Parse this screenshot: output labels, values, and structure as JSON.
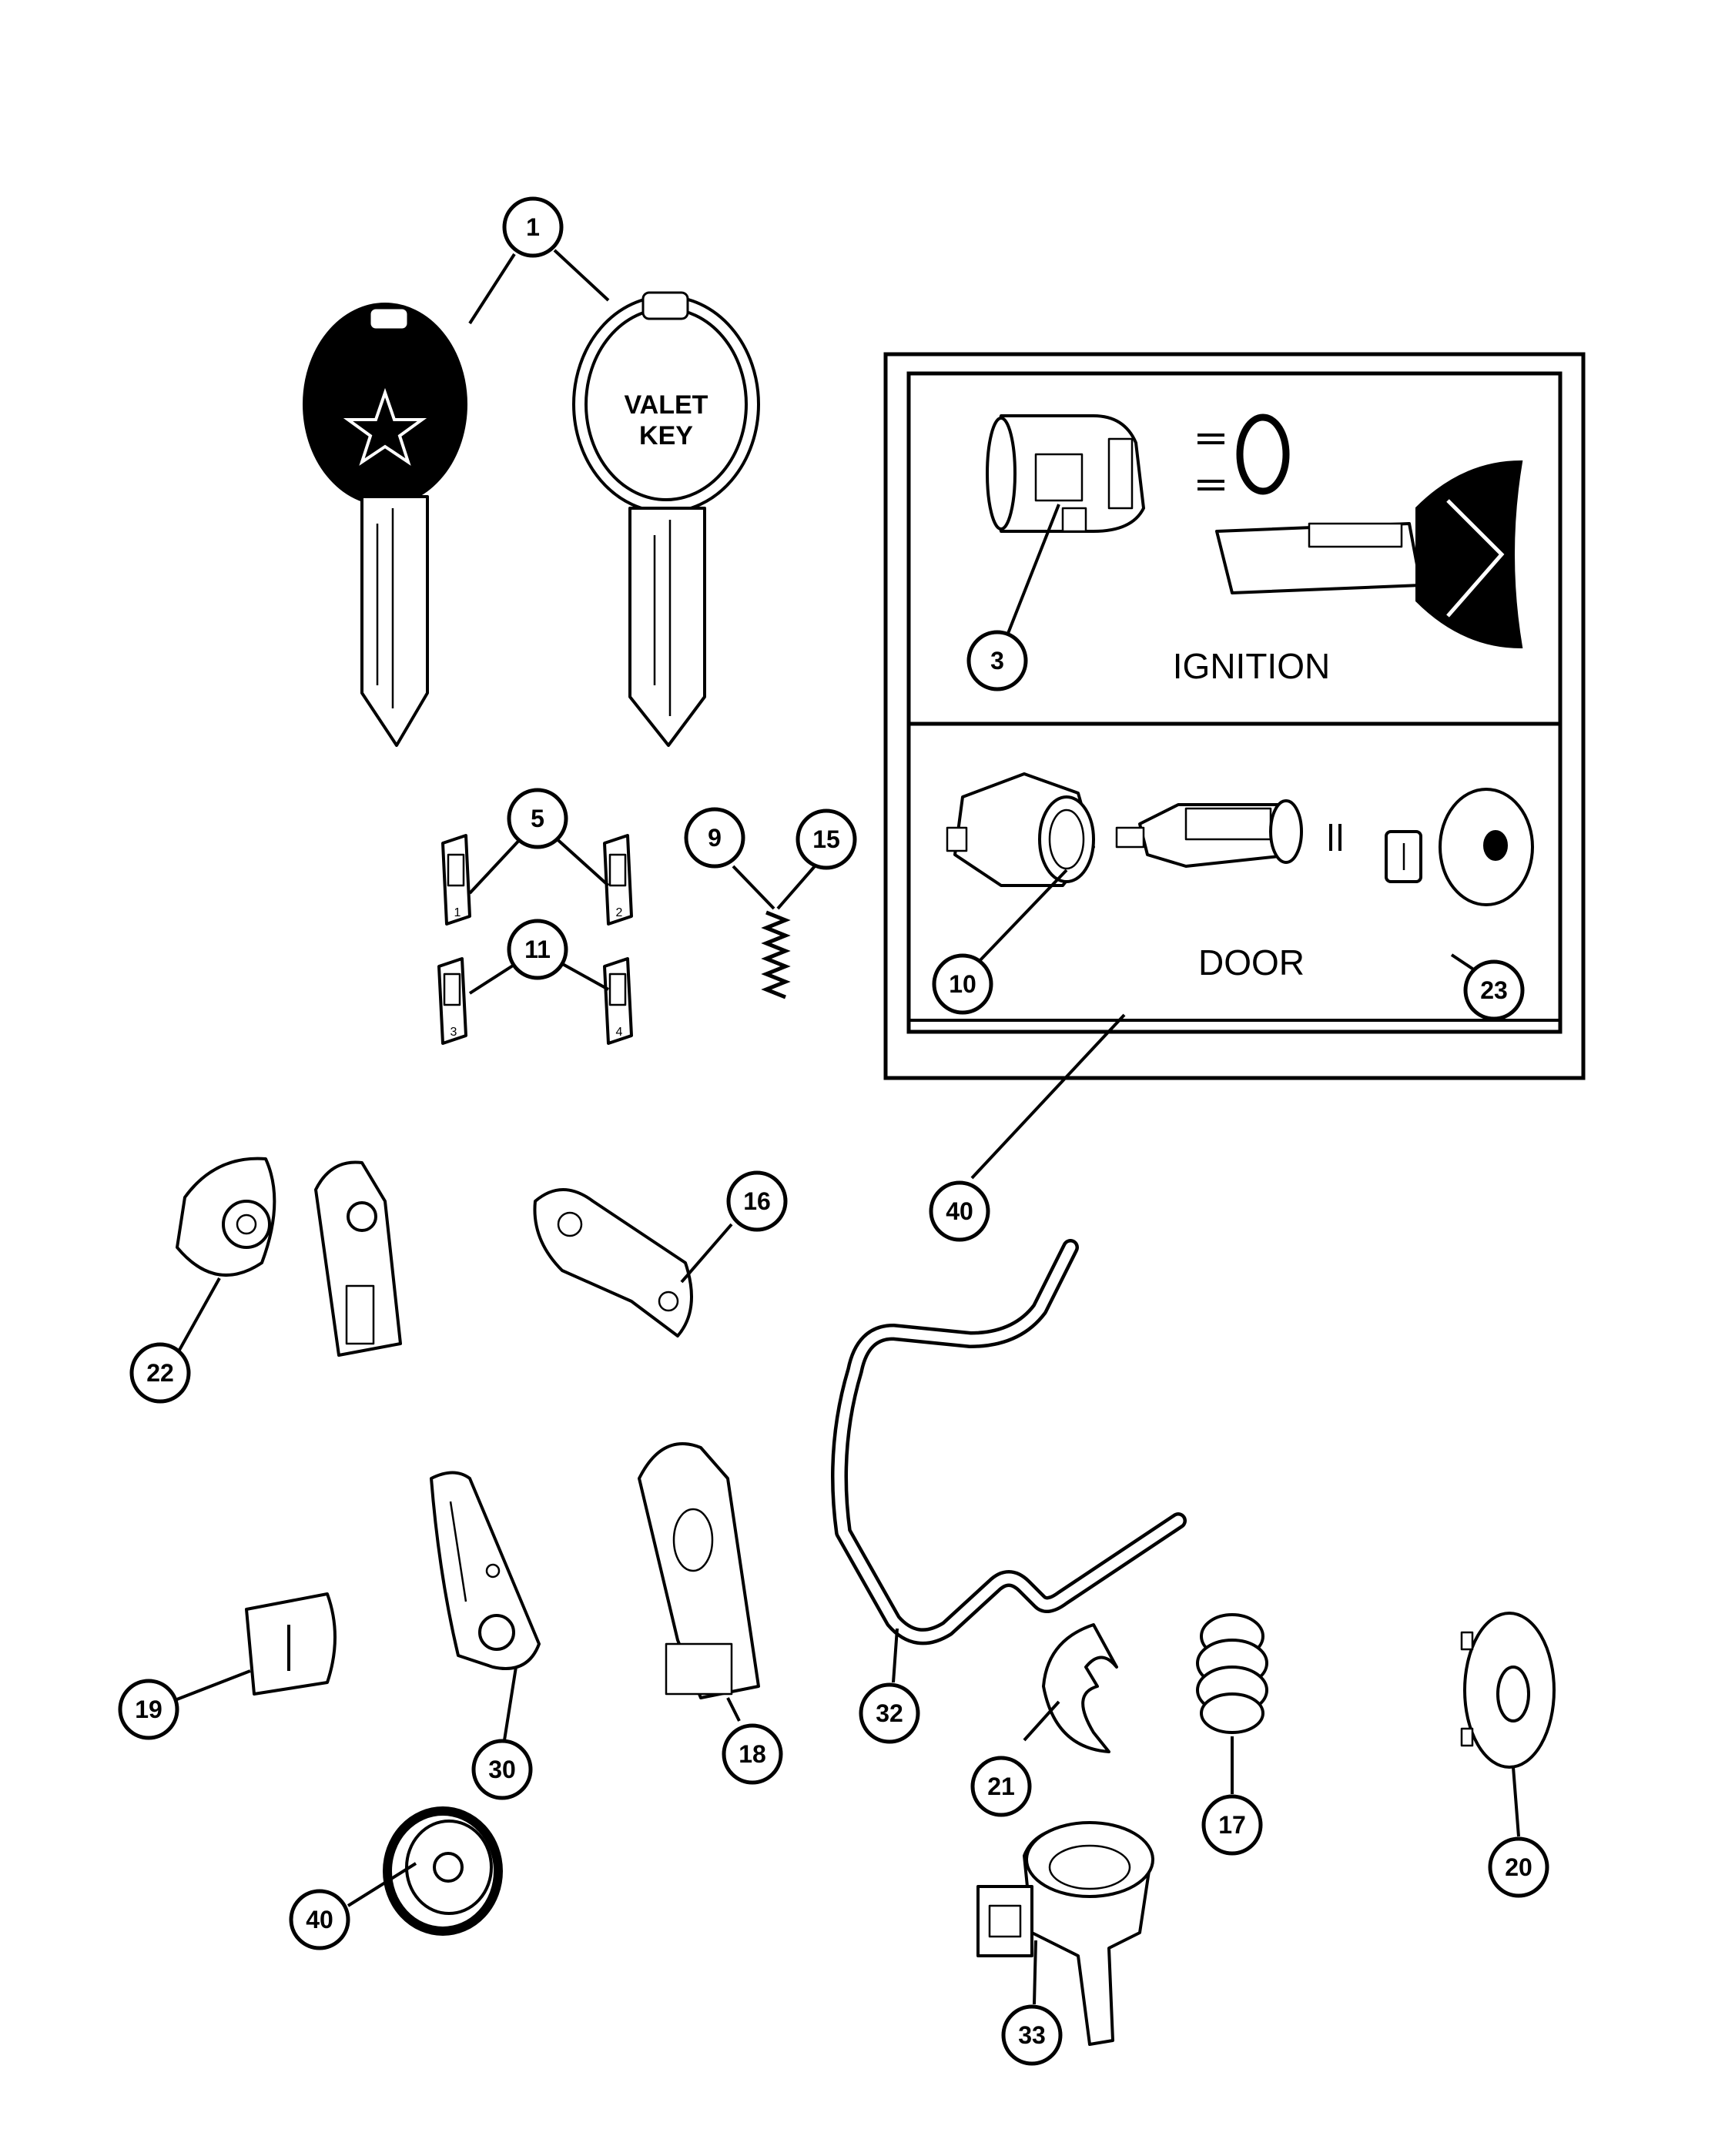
{
  "callouts": [
    {
      "id": "c1",
      "label": "1"
    },
    {
      "id": "c3",
      "label": "3"
    },
    {
      "id": "c5",
      "label": "5"
    },
    {
      "id": "c9",
      "label": "9"
    },
    {
      "id": "c15",
      "label": "15"
    },
    {
      "id": "c11",
      "label": "11"
    },
    {
      "id": "c10",
      "label": "10"
    },
    {
      "id": "c23",
      "label": "23"
    },
    {
      "id": "c40a",
      "label": "40"
    },
    {
      "id": "c16",
      "label": "16"
    },
    {
      "id": "c22",
      "label": "22"
    },
    {
      "id": "c19",
      "label": "19"
    },
    {
      "id": "c30",
      "label": "30"
    },
    {
      "id": "c18",
      "label": "18"
    },
    {
      "id": "c32",
      "label": "32"
    },
    {
      "id": "c21",
      "label": "21"
    },
    {
      "id": "c17",
      "label": "17"
    },
    {
      "id": "c20",
      "label": "20"
    },
    {
      "id": "c40b",
      "label": "40"
    },
    {
      "id": "c33",
      "label": "33"
    }
  ],
  "panels": {
    "ignition_label": "IGNITION",
    "door_label": "DOOR"
  },
  "key_text": {
    "valet_line1": "VALET",
    "valet_line2": "KEY"
  },
  "tumbler_numbers": [
    "1",
    "2",
    "3",
    "4"
  ]
}
